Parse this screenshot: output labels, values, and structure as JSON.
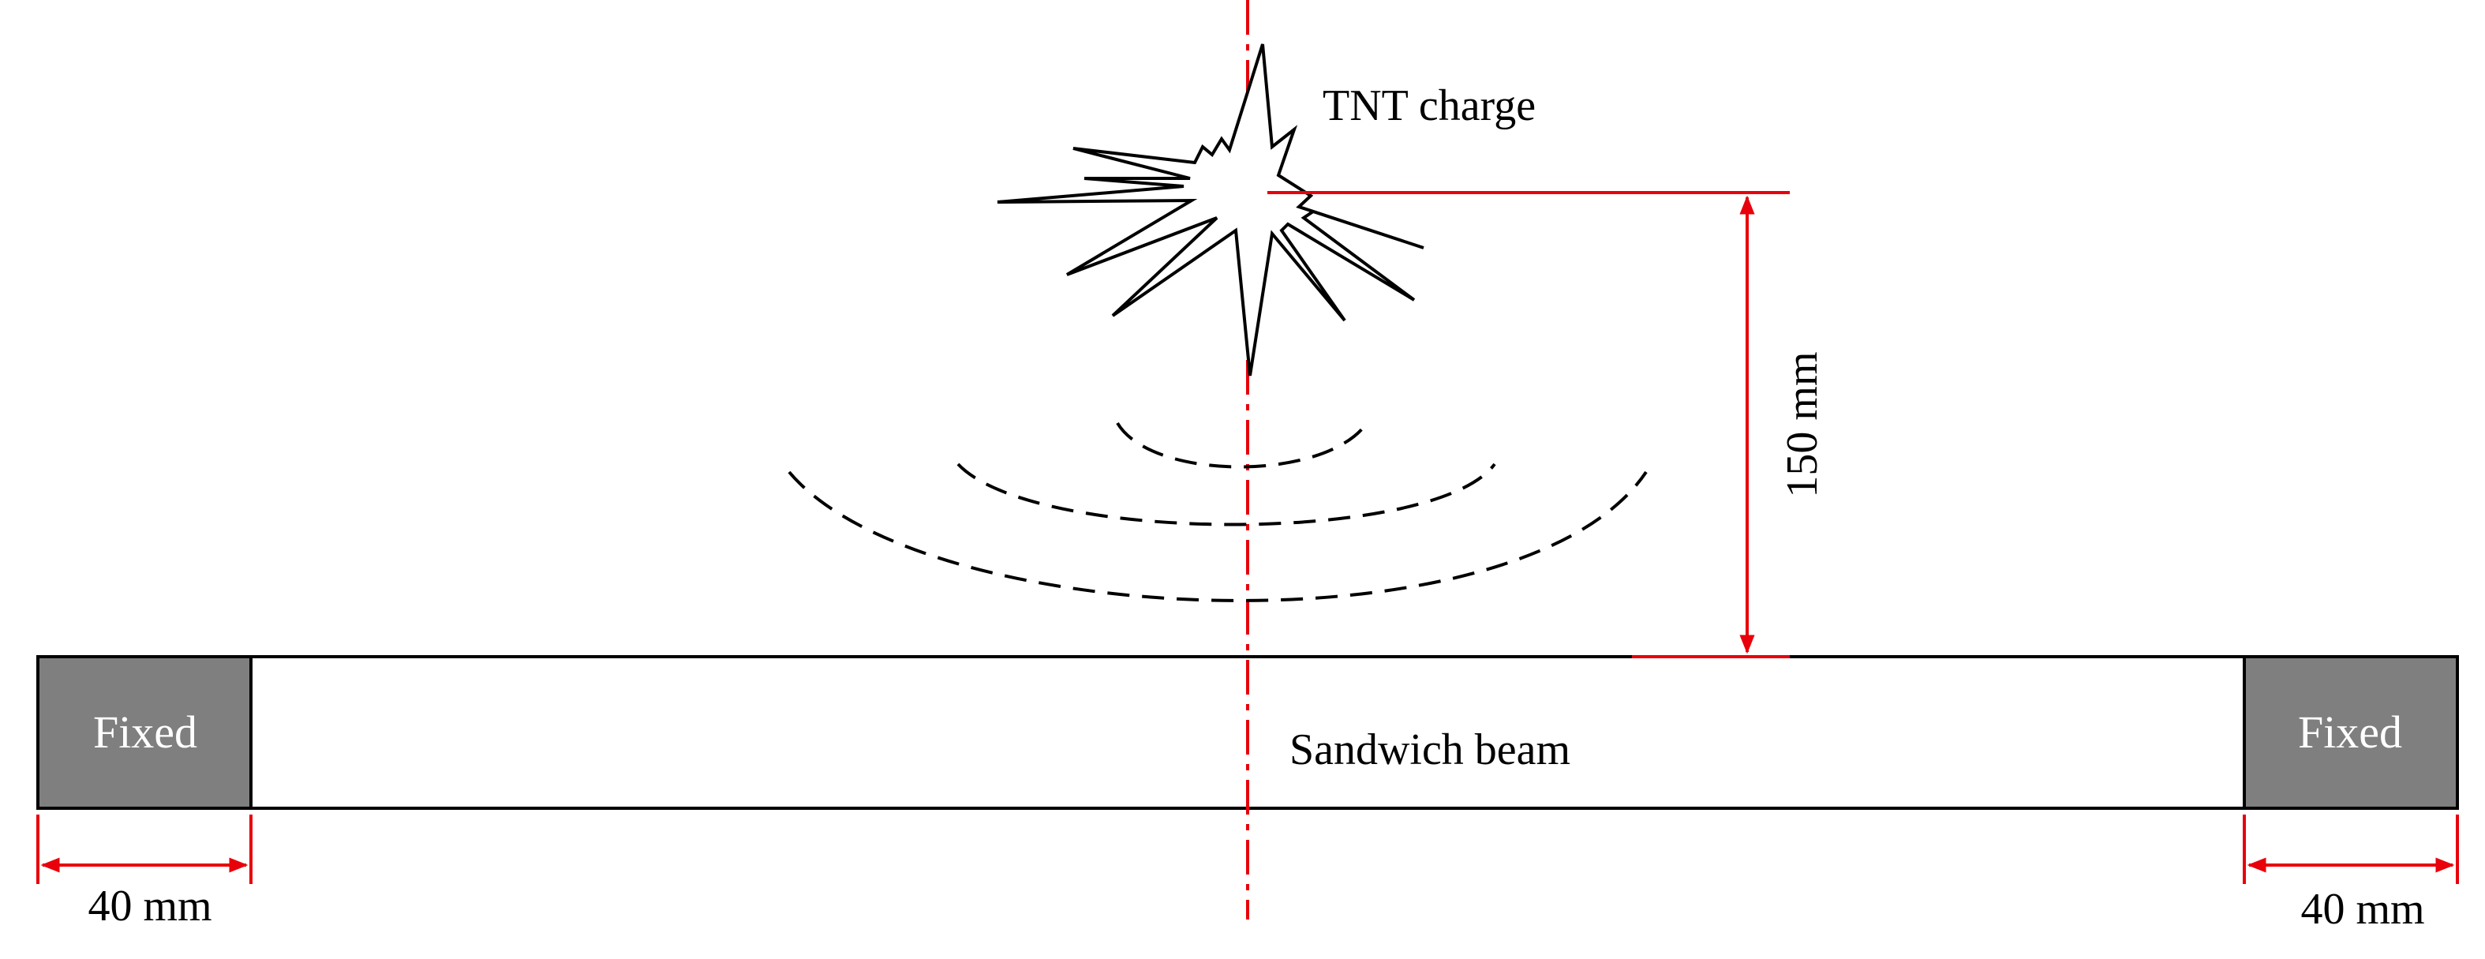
{
  "labels": {
    "tnt_charge": "TNT charge",
    "standoff": "150 mm",
    "beam": "Sandwich beam",
    "fixed_left": "Fixed",
    "fixed_right": "Fixed",
    "span_left": "40 mm",
    "span_right": "40 mm"
  },
  "colors": {
    "dimension": "#e8000b",
    "support_fill": "#7f7f7f",
    "outline": "#000000"
  },
  "icons": {
    "explosion": "explosion-burst-icon",
    "shock_wave": "dashed-arc"
  }
}
